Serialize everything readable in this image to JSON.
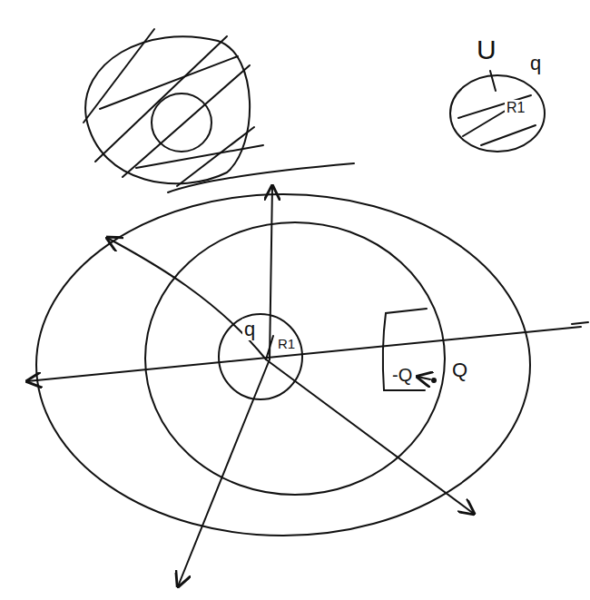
{
  "diagram": {
    "nodes": [
      {
        "text": [
          "U",
          "q",
          "R1"
        ]
      },
      {
        "text": [
          "q",
          "R1"
        ]
      }
    ],
    "labels": [
      "-Q",
      "Q"
    ]
  }
}
